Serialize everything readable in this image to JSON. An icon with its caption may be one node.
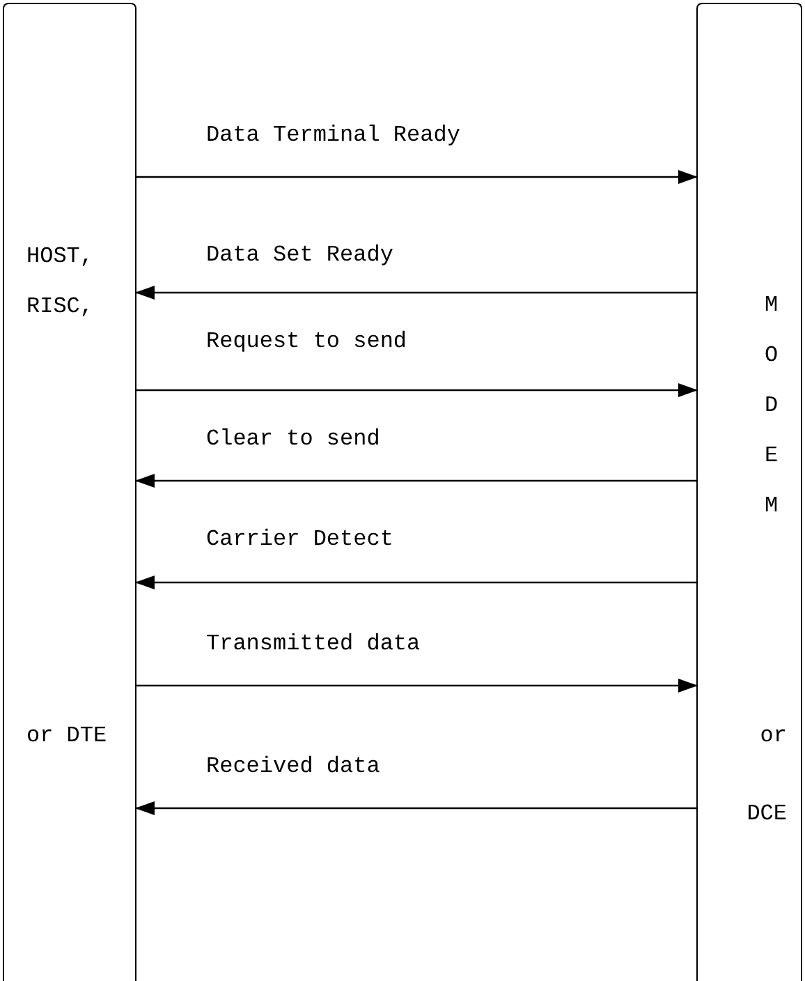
{
  "diagram": {
    "nodes": [
      {
        "text": [
          "HOST, RISC,",
          "or DTE"
        ]
      },
      {
        "text": [
          "MODEM",
          "or DCE"
        ]
      }
    ],
    "edges": [
      {
        "from": 0,
        "to": 1,
        "arrow": "to",
        "label": "Data Terminal Ready"
      },
      {
        "from": 1,
        "to": 0,
        "arrow": "to",
        "label": "Data Set Ready"
      },
      {
        "from": 0,
        "to": 1,
        "arrow": "to",
        "label": "Request to send"
      },
      {
        "from": 1,
        "to": 0,
        "arrow": "to",
        "label": "Clear to send"
      },
      {
        "from": 1,
        "to": 0,
        "arrow": "to",
        "label": "Carrier Detect"
      },
      {
        "from": 0,
        "to": 1,
        "arrow": "to",
        "label": "Transmitted data"
      },
      {
        "from": 1,
        "to": 0,
        "arrow": "to",
        "label": "Received data"
      }
    ]
  }
}
